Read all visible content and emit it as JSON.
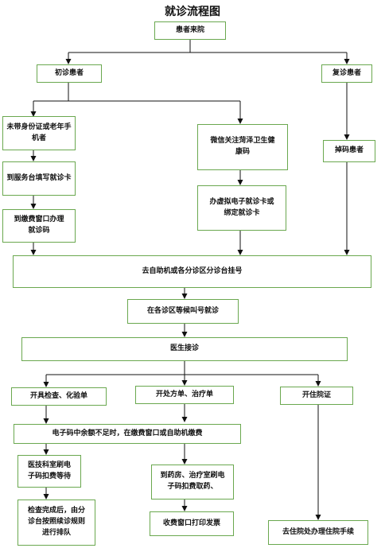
{
  "title": "就诊流程图",
  "nodes": {
    "patient_arrival": "患者来院",
    "first_visit": "初诊患者",
    "return_visit": "复诊患者",
    "no_id": "未带身份证或老年手机者",
    "wechat": "微信关注菏泽卫生健康码",
    "scan_code": "掉码患者",
    "service_desk": "到服务台填写就诊卡",
    "virtual_card": "办虚拟电子就诊卡或绑定就诊卡",
    "payment_window": "到缴费窗口办理就诊码",
    "register": "去自助机或各分诊区分诊台挂号",
    "wait_call": "在各诊区等候叫号就诊",
    "doctor": "医生接诊",
    "exam": "开具检查、化验单",
    "prescription": "开处方单、治疗单",
    "admission": "开住院证",
    "insufficient": "电子码中余额不足时，在缴费窗口或自助机缴费",
    "tech_dept": "医技科室刷电子码扣费等待",
    "pharmacy": "到药房、治疗室刷电子码扣费取药、",
    "exam_done": "检查完成后，由分诊台按照续诊规则进行排队",
    "print_invoice": "收费窗口打印发票",
    "inpatient": "去住院处办理住院手续"
  }
}
